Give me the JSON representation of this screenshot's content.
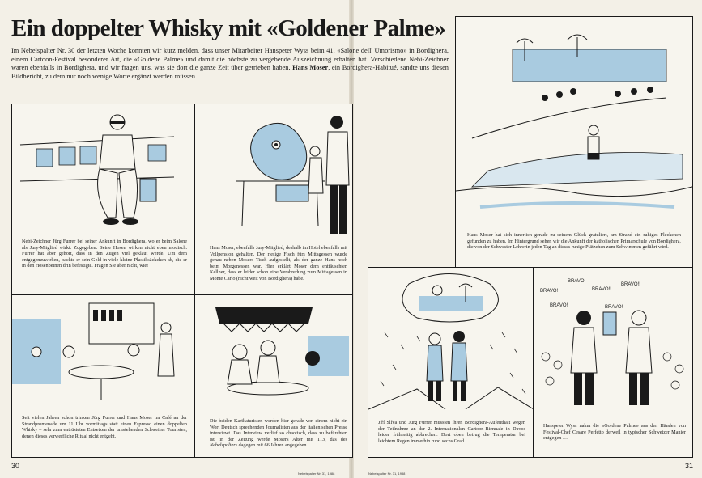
{
  "headline": "Ein doppelter Whisky mit «Goldener Palme»",
  "intro": {
    "part1": "Im Nebelspalter Nr. 30 der letzten Woche konnten wir kurz melden, dass unser Mitarbeiter Hanspeter Wyss beim 41. «Salone dell' Umorismo» in Bordighera, einem Cartoon-Festival besonderer Art, die «Goldene Palme» und damit die höchste zu vergebende Auszeichnung erhalten hat. Verschiedene Nebi-Zeichner waren ebenfalls in Bordighera, und wir fragen uns, was sie dort die ganze Zeit über getrieben haben. ",
    "bold": "Hans Moser",
    "part2": ", ein Bordighera-Habitué, sandte uns diesen Bildbericht, zu dem nur noch wenige Worte ergänzt werden müssen."
  },
  "captions": {
    "p1": "Nebi-Zeichner Jürg Furrer bei seiner Ankunft in Bordighera, wo er beim Salone als Jury-Mitglied wirkt. Zugegeben: Seine Hosen wirken nicht eben modisch. Furrer hat aber gehört, dass in den Zügen viel geklaut werde. Um dem entgegenzuwirken, packte er sein Geld in viele kleine Plastiksäckchen ab, die er in den Hosenbeinen drin befestigte. Fragen Sie aber nicht, wie!",
    "p2": "Hans Moser, ebenfalls Jury-Mitglied, deshalb im Hotel ebenfalls mit Vollpension gehalten. Der riesige Fisch fürs Mittagessen wurde genau neben Mosers Tisch aufgestellt, als der ganze Hans noch beim Morgenessen war. Hier erklärt Moser dem enttäuschten Kellner, dass er leider schon eine Verabredung zum Mittagessen in Monte Carlo (nicht weit von Bordighera) habe.",
    "p3": "Hans Moser hat sich innerlich gerade zu seinem Glück gratuliert, am Strand ein ruhiges Fleckchen gefunden zu haben. Im Hintergrund sehen wir die Ankunft der katholischen Primarschule von Bordighera, die von der Schwester Lehrerin jeden Tag an dieses ruhige Plätzchen zum Schwimmen geführt wird.",
    "p4": "Seit vielen Jahren schon trinken Jürg Furrer und Hans Moser im Café an der Strandpromenade um 11 Uhr vormittags statt einen Espresso einen doppelten Whisky – sehr zum entrüsteten Entsetzen der umstehenden Schweizer Touristen, denen dieses verwerfliche Ritual nicht entgeht.",
    "p5_part1": "Die beiden Karikaturisten werden hier gerade von einem nicht ein Wort Deutsch sprechenden Journalisten aus der italienischen Presse interviewt. Das Interview verlief so chaotisch, dass zu befürchten ist, in der Zeitung werde Mosers Alter mit 113, das des ",
    "p5_italic": "Nebelspalters",
    "p5_part2": " dagegen mit 66 Jahren angegeben.",
    "p6": "Jiří Slíva und Jürg Furrer mussten ihren Bordighera-Aufenthalt wegen der Teilnahme an der 2. Internationalen Cartoon-Biennale in Davos leider frühzeitig abbrechen. Dort oben betrug die Temperatur bei leichtem Regen immerhin rund sechs Grad.",
    "p7": "Hanspeter Wyss nahm die «Goldene Palme» aus den Händen von Festival-Chef Cesare Perfetto derweil in typischer Schweizer Manier entgegen …"
  },
  "speech_bubbles": [
    "BRAVO!",
    "BRAVO!",
    "BRAVO!!",
    "BRAVO!!",
    "BRAVO!",
    "BRAVO!"
  ],
  "page_numbers": {
    "left": "30",
    "right": "31"
  },
  "footer_marks": {
    "left": "Nebelspalter  Nr. 31, 1988",
    "right": "Nebelspalter  Nr. 31, 1988"
  },
  "colors": {
    "paper": "#f3f0e7",
    "ink": "#1a1a1a",
    "wash": "#a9cbe0"
  }
}
